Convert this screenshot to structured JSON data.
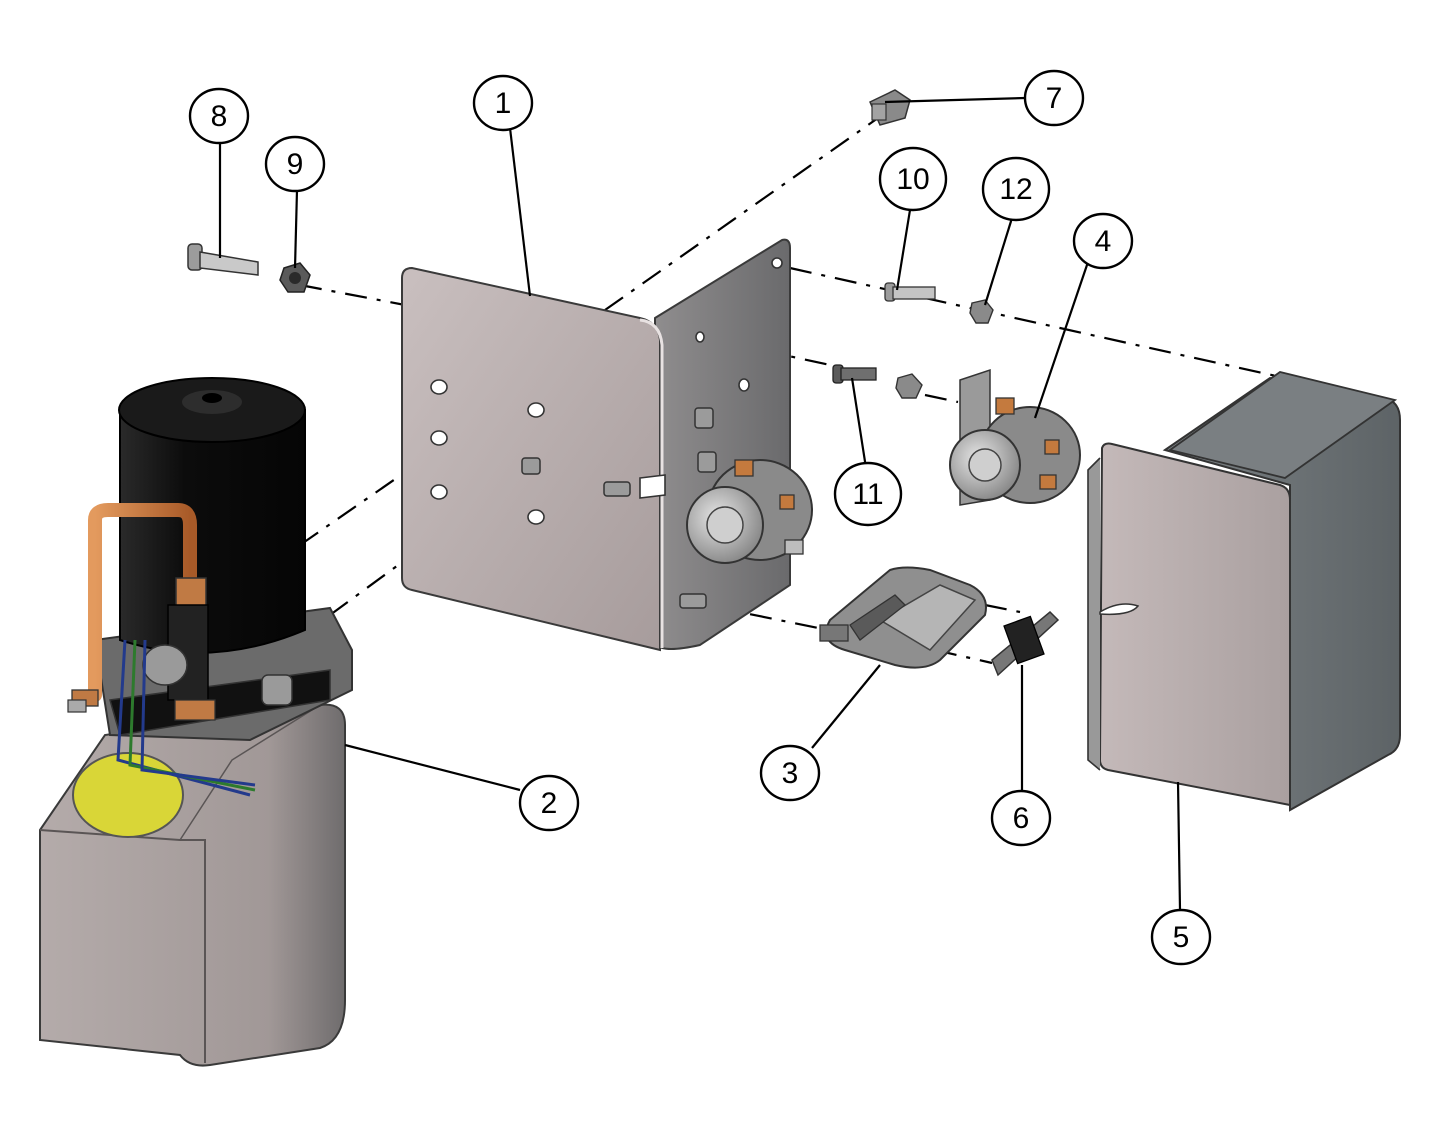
{
  "diagram": {
    "callouts": [
      "1",
      "2",
      "3",
      "4",
      "5",
      "6",
      "7",
      "8",
      "9",
      "10",
      "11",
      "12"
    ],
    "colors": {
      "plate": "#b9aeae",
      "plate_edge": "#4a4a4a",
      "motor": "#111111",
      "tank": "#a59d9c",
      "copper": "#c7743a",
      "cap": "#d8d53a",
      "cover_dark": "#6e7477",
      "cover_light": "#b6adac"
    }
  }
}
